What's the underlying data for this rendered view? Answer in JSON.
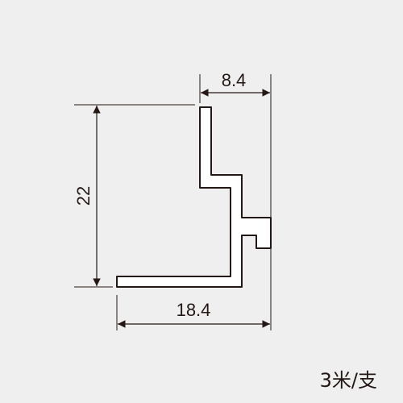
{
  "dimensions": {
    "top_width": "8.4",
    "height": "22",
    "bottom_width": "18.4"
  },
  "footer": {
    "unit_note": "3米/支"
  },
  "colors": {
    "background": "#efefef",
    "line": "#231815",
    "profile_fill": "#ffffff"
  }
}
